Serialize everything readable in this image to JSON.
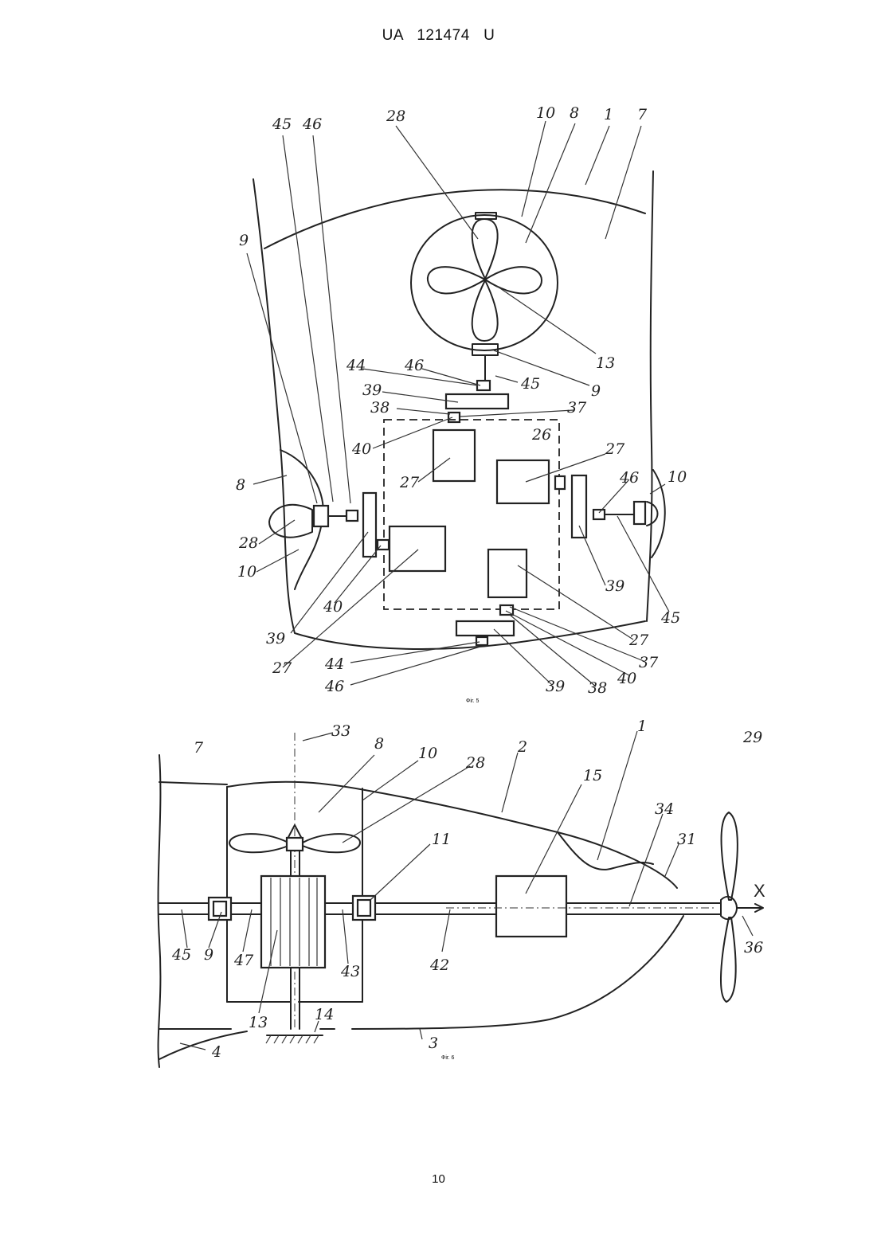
{
  "header": {
    "doc_id": "UA   121474   U"
  },
  "page_number": "10",
  "figures": [
    {
      "caption": "Фіг. 5",
      "labels": [
        "45",
        "46",
        "28",
        "10",
        "8",
        "1",
        "7",
        "9",
        "13",
        "44",
        "46",
        "45",
        "9",
        "39",
        "38",
        "37",
        "40",
        "26",
        "27",
        "27",
        "27",
        "46",
        "10",
        "8",
        "28",
        "10",
        "39",
        "40",
        "39",
        "27",
        "45",
        "27",
        "37",
        "44",
        "46",
        "39",
        "38",
        "40",
        "37"
      ]
    },
    {
      "caption": "Фіг. 6",
      "labels": [
        "7",
        "33",
        "8",
        "10",
        "28",
        "2",
        "15",
        "1",
        "29",
        "34",
        "31",
        "11",
        "X",
        "45",
        "9",
        "47",
        "43",
        "42",
        "36",
        "13",
        "14",
        "3",
        "4"
      ]
    }
  ]
}
